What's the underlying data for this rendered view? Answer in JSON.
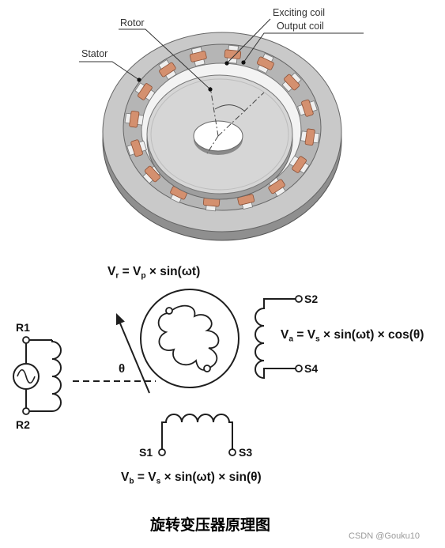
{
  "labels": {
    "rotor": "Rotor",
    "exciting_coil": "Exciting coil",
    "output_coil": "Output coil",
    "stator": "Stator"
  },
  "terminals": {
    "r1": "R1",
    "r2": "R2",
    "s1": "S1",
    "s2": "S2",
    "s3": "S3",
    "s4": "S4"
  },
  "angle_symbol": "θ",
  "formulas": {
    "vr": [
      "V",
      "r",
      " = V",
      "p",
      " × sin(ωt)"
    ],
    "va": [
      "V",
      "a",
      " = V",
      "s",
      " × sin(ωt) × cos(θ)"
    ],
    "vb": [
      "V",
      "b",
      " = V",
      "s",
      " × sin(ωt) × sin(θ)"
    ]
  },
  "caption": "旋转变压器原理图",
  "watermark": "CSDN @Gouku10",
  "colors": {
    "copper_coil": "#d4906f",
    "copper_edge": "#8a4f35",
    "stator_face": "#c9c9c9",
    "tooth": "#efefef",
    "wire": "#1e1e1e"
  }
}
